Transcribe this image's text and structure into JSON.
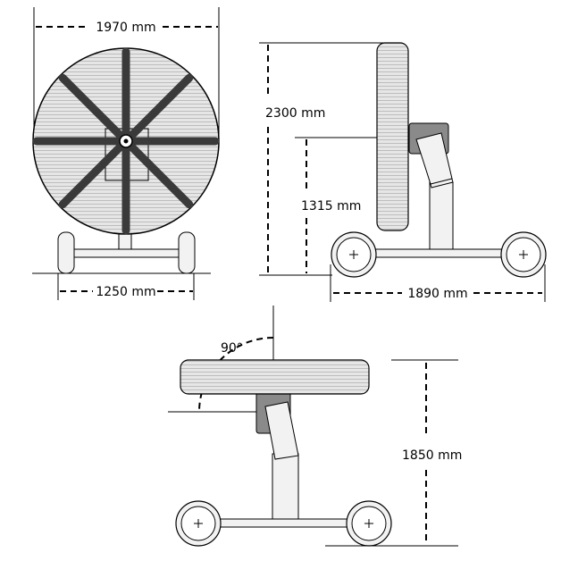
{
  "diagram": {
    "views": {
      "front": {
        "width_label": "1970 mm",
        "wheel_track_label": "1250 mm",
        "blade_count": 8
      },
      "side": {
        "total_height_label": "2300 mm",
        "hub_height_label": "1315 mm",
        "length_label": "1890 mm"
      },
      "tilted": {
        "angle_label": "90°",
        "height_label": "1850 mm"
      }
    },
    "colors": {
      "line": "#000000",
      "drum_fill": "#e4e4e4",
      "blade": "#3a3a3a",
      "motor": "#8a8a8a",
      "frame_fill": "#f2f2f2"
    }
  }
}
